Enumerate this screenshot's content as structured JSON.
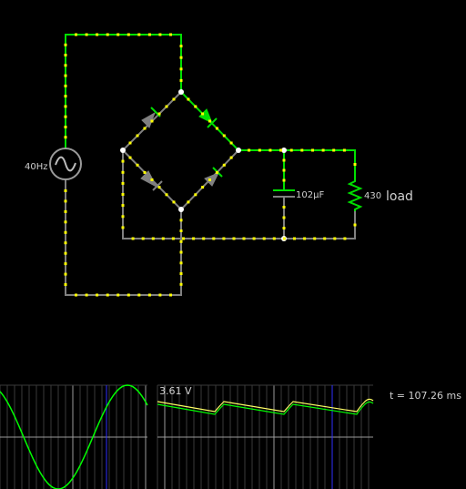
{
  "circuit": {
    "source": {
      "frequency_label": "40Hz"
    },
    "capacitor": {
      "value_label": "102µF"
    },
    "resistor": {
      "value_label": "430"
    },
    "load_label": "load"
  },
  "scopes": [
    {
      "name": "source-voltage-scope",
      "value_label": ""
    },
    {
      "name": "load-voltage-scope",
      "value_label": "3.61 V"
    }
  ],
  "time_label": "t = 107.26 ms",
  "colors": {
    "wire_active": "#00e000",
    "wire_idle": "#808080",
    "current_dot": "#ffff00",
    "trace_green": "#00ff00",
    "trace_yellow": "#ffff66",
    "scope_cursor": "#3030ff"
  }
}
